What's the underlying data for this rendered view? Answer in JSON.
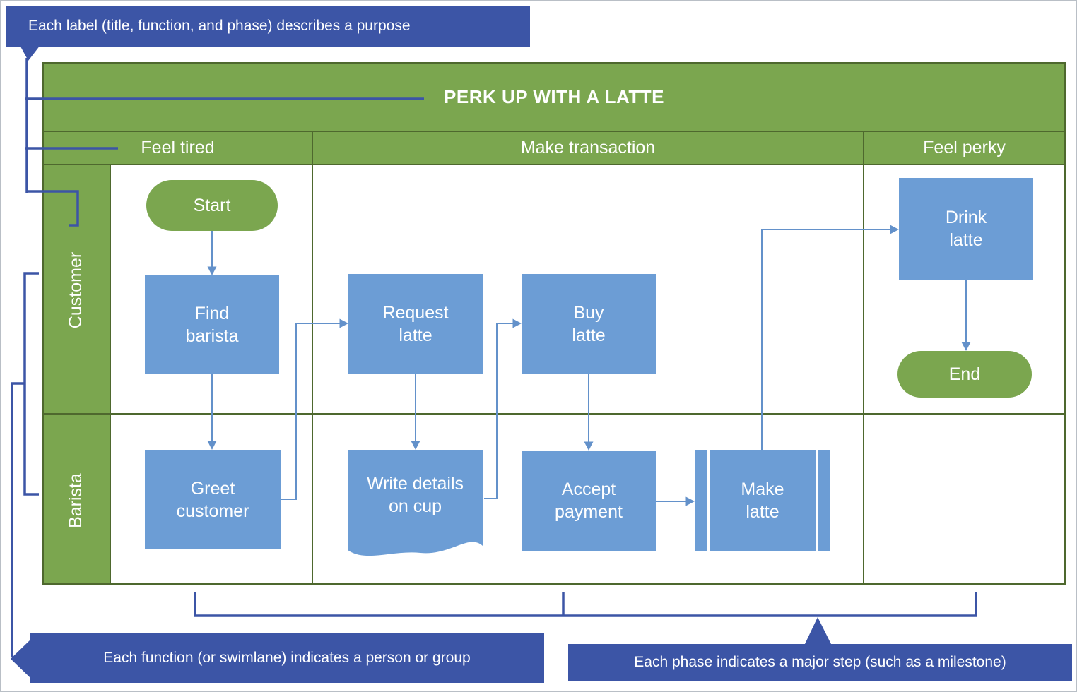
{
  "colors": {
    "band_green": "#7BA64F",
    "frame_border_dark_green": "#4E682E",
    "shape_blue": "#6C9DD5",
    "flow_connector_blue": "#6391CA",
    "callout_blue": "#3C55A6",
    "text_white": "#FFFFFF",
    "page_background": "#FFFFFF"
  },
  "callouts": {
    "top": {
      "text": "Each label (title, function, and phase) describes a purpose"
    },
    "bottom_left": {
      "text": "Each function  (or swimlane) indicates  a person or group"
    },
    "bottom_right": {
      "text": "Each phase indicates  a major step (such as a milestone)"
    }
  },
  "diagram": {
    "title": "PERK UP WITH A LATTE",
    "phases": [
      {
        "label": "Feel tired"
      },
      {
        "label": "Make transaction"
      },
      {
        "label": "Feel perky"
      }
    ],
    "lanes": [
      {
        "label": "Customer"
      },
      {
        "label": "Barista"
      }
    ],
    "nodes": [
      {
        "id": "start",
        "label": "Start",
        "shape": "terminator",
        "lane": "Customer",
        "phase": "Feel tired"
      },
      {
        "id": "find-barista",
        "label": "Find\nbarista",
        "shape": "process",
        "lane": "Customer",
        "phase": "Feel tired"
      },
      {
        "id": "greet-customer",
        "label": "Greet\ncustomer",
        "shape": "process",
        "lane": "Barista",
        "phase": "Feel tired"
      },
      {
        "id": "request-latte",
        "label": "Request\nlatte",
        "shape": "process",
        "lane": "Customer",
        "phase": "Make transaction"
      },
      {
        "id": "write-details",
        "label": "Write details\non cup",
        "shape": "document",
        "lane": "Barista",
        "phase": "Make transaction"
      },
      {
        "id": "buy-latte",
        "label": "Buy\nlatte",
        "shape": "process",
        "lane": "Customer",
        "phase": "Make transaction"
      },
      {
        "id": "accept-payment",
        "label": "Accept\npayment",
        "shape": "process",
        "lane": "Barista",
        "phase": "Make transaction"
      },
      {
        "id": "make-latte",
        "label": "Make\nlatte",
        "shape": "subprocess",
        "lane": "Barista",
        "phase": "Make transaction"
      },
      {
        "id": "drink-latte",
        "label": "Drink\nlatte",
        "shape": "process",
        "lane": "Customer",
        "phase": "Feel perky"
      },
      {
        "id": "end",
        "label": "End",
        "shape": "terminator",
        "lane": "Customer",
        "phase": "Feel perky"
      }
    ],
    "edges": [
      {
        "from": "start",
        "to": "find-barista"
      },
      {
        "from": "find-barista",
        "to": "greet-customer"
      },
      {
        "from": "greet-customer",
        "to": "request-latte"
      },
      {
        "from": "request-latte",
        "to": "write-details"
      },
      {
        "from": "write-details",
        "to": "buy-latte"
      },
      {
        "from": "buy-latte",
        "to": "accept-payment"
      },
      {
        "from": "accept-payment",
        "to": "make-latte"
      },
      {
        "from": "make-latte",
        "to": "drink-latte"
      },
      {
        "from": "drink-latte",
        "to": "end"
      }
    ]
  }
}
